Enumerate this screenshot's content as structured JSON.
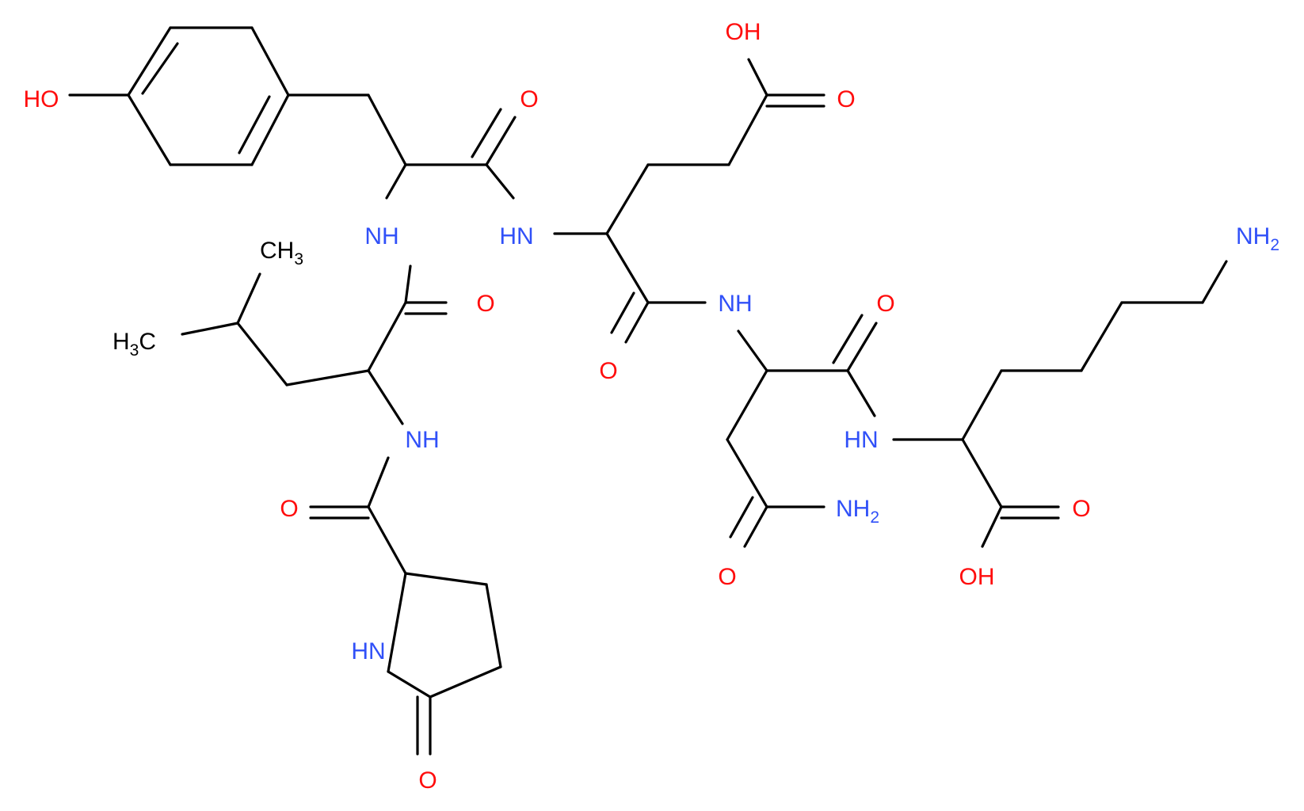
{
  "colors": {
    "bond": "#000000",
    "oxygen": "#ff0d0d",
    "nitrogen": "#3050f8",
    "carbon": "#000000",
    "background": "#ffffff"
  },
  "labels": {
    "ho_phenol": "HO",
    "o_tyr_carbonyl": "O",
    "oh_glu_acid": "OH",
    "o_glu_acid": "O",
    "nh_tyr": "NH",
    "hn_glu": "HN",
    "nh2_lys_main": "NH",
    "nh2_lys_sub": "2",
    "ch3_top_main": "CH",
    "ch3_top_sub": "3",
    "o_leu_carbonyl": "O",
    "nh_asn": "NH",
    "o_asn_carbonyl": "O",
    "h3c_pre": "H",
    "h3c_sub": "3",
    "h3c_post": "C",
    "o_glu_carbonyl": "O",
    "nh_leu": "NH",
    "hn_lys": "HN",
    "o_pyro_carbonyl": "O",
    "nh2_asn_main": "NH",
    "nh2_asn_sub": "2",
    "o_lys_acid": "O",
    "oh_lys_acid": "OH",
    "o_asn_amide": "O",
    "hn_ring": "HN",
    "o_ring": "O"
  }
}
